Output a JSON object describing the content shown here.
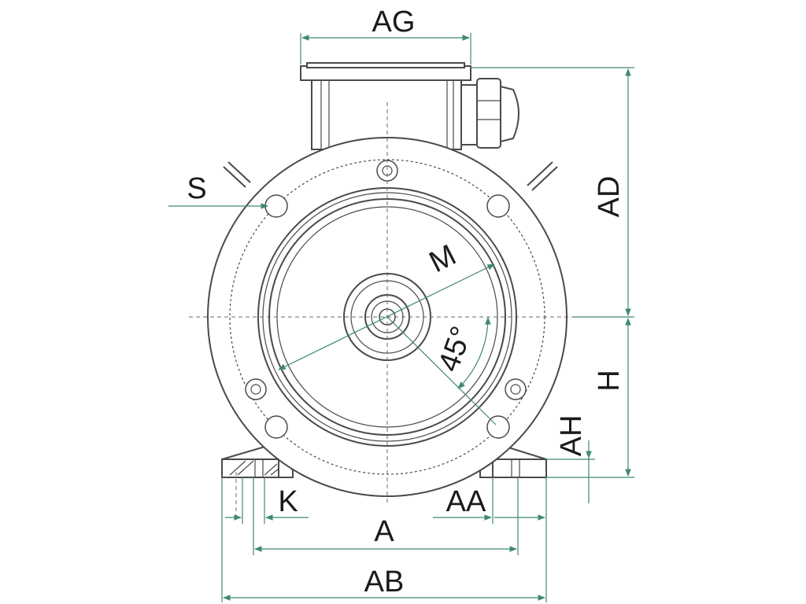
{
  "colors": {
    "outline": "#4a4a4a",
    "dimension": "#3f8a6c",
    "text": "#1a1a1a",
    "background": "#ffffff"
  },
  "labels": {
    "ag": "AG",
    "ad": "AD",
    "s": "S",
    "m": "M",
    "angle": "45°",
    "h": "H",
    "ah": "AH",
    "k": "K",
    "aa": "AA",
    "a": "A",
    "ab": "AB"
  }
}
